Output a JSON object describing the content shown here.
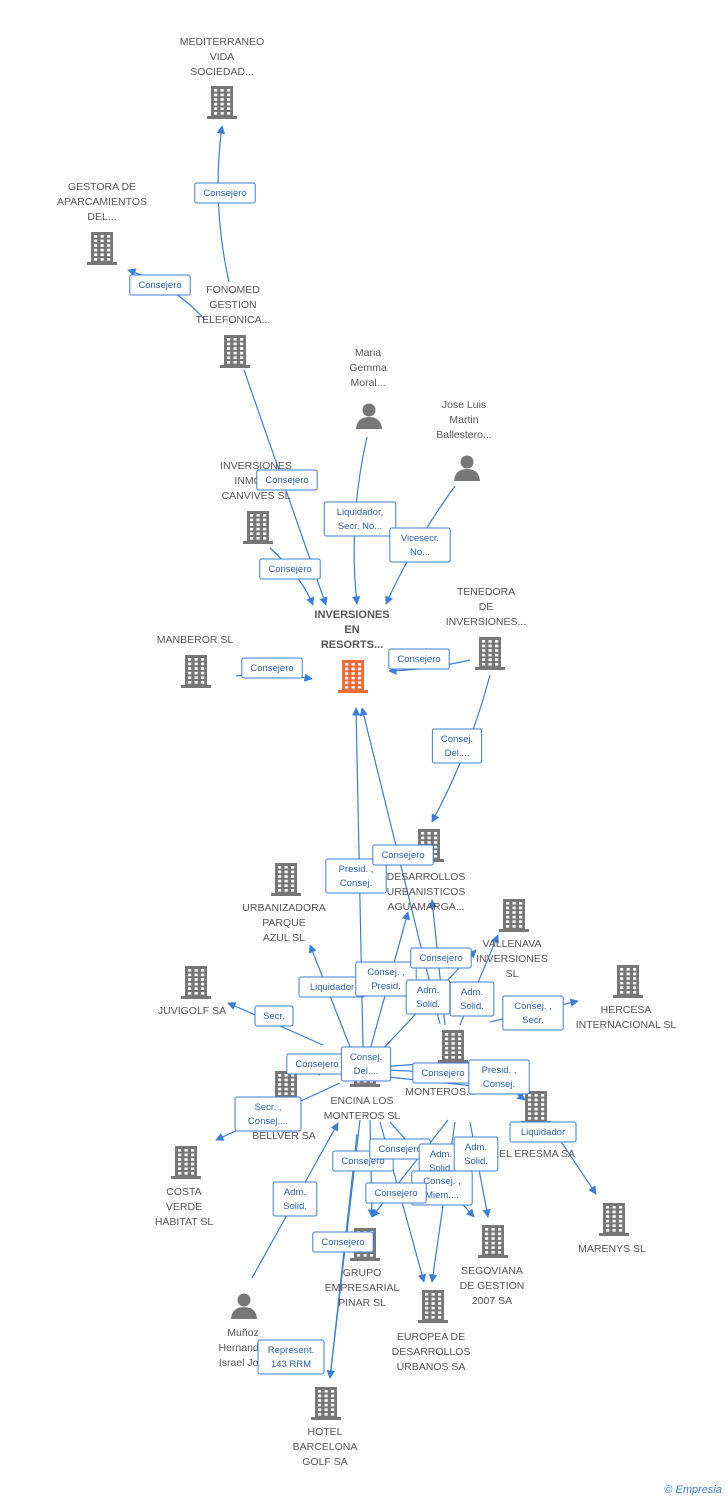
{
  "colors": {
    "edge": "#3a7fd5",
    "building": "#777777",
    "center": "#f26a3a",
    "person": "#777777"
  },
  "nodes": [
    {
      "id": "mediterraneo",
      "type": "building",
      "lines": [
        "MEDITERRANEO",
        "VIDA",
        "SOCIEDAD..."
      ]
    },
    {
      "id": "gestora",
      "type": "building",
      "lines": [
        "GESTORA DE",
        "APARCAMIENTOS",
        "DEL..."
      ]
    },
    {
      "id": "fonomed",
      "type": "building",
      "lines": [
        "FONOMED",
        "GESTION",
        "TELEFONICA..."
      ]
    },
    {
      "id": "maria",
      "type": "person",
      "lines": [
        "Maria",
        "Gemma",
        "Moral..."
      ]
    },
    {
      "id": "jose",
      "type": "person",
      "lines": [
        "Jose Luis",
        "Martin",
        "Ballestero..."
      ]
    },
    {
      "id": "canvives",
      "type": "building",
      "lines": [
        "INVERSIONES",
        "INMOB...",
        "CANVIVES SL"
      ]
    },
    {
      "id": "center",
      "type": "center",
      "lines": [
        "INVERSIONES",
        "EN",
        "RESORTS..."
      ]
    },
    {
      "id": "tenedora",
      "type": "building",
      "lines": [
        "TENEDORA",
        "DE",
        "INVERSIONES..."
      ]
    },
    {
      "id": "manberor",
      "type": "building",
      "lines": [
        "MANBEROR SL"
      ]
    },
    {
      "id": "desarrollos",
      "type": "building",
      "lines": [
        "DESARROLLOS",
        "URBANISTICOS",
        "AGUAMARGA..."
      ]
    },
    {
      "id": "urbanizadora",
      "type": "building",
      "lines": [
        "URBANIZADORA",
        "PARQUE",
        "AZUL SL"
      ]
    },
    {
      "id": "vallenava",
      "type": "building",
      "lines": [
        "VALLENAVA",
        "INVERSIONES",
        "SL"
      ]
    },
    {
      "id": "juvigolf",
      "type": "building",
      "lines": [
        "JUVIGOLF SA"
      ]
    },
    {
      "id": "hercesa",
      "type": "building",
      "lines": [
        "HERCESA",
        "INTERNACIONAL SL"
      ]
    },
    {
      "id": "montemp",
      "type": "building",
      "lines": [
        "MONTEROS..."
      ]
    },
    {
      "id": "encina",
      "type": "building",
      "lines": [
        "ENCINA LOS",
        "MONTEROS SL"
      ]
    },
    {
      "id": "bellver",
      "type": "building",
      "lines": [
        "BELLVER SA"
      ]
    },
    {
      "id": "eresma",
      "type": "building",
      "lines": [
        "EL ERESMA SA"
      ]
    },
    {
      "id": "costa",
      "type": "building",
      "lines": [
        "COSTA",
        "VERDE",
        "HABITAT SL"
      ]
    },
    {
      "id": "marenys",
      "type": "building",
      "lines": [
        "MARENYS SL"
      ]
    },
    {
      "id": "grupo",
      "type": "building",
      "lines": [
        "GRUPO",
        "EMPRESARIAL",
        "PINAR SL"
      ]
    },
    {
      "id": "segoviana",
      "type": "building",
      "lines": [
        "SEGOVIANA",
        "DE GESTION",
        "2007 SA"
      ]
    },
    {
      "id": "munoz",
      "type": "person",
      "lines": [
        "Muñoz",
        "Hernand...",
        "Israel Jo..."
      ]
    },
    {
      "id": "europea",
      "type": "building",
      "lines": [
        "EUROPEA DE",
        "DESARROLLOS",
        "URBANOS SA"
      ]
    },
    {
      "id": "hotel",
      "type": "building",
      "lines": [
        "HOTEL",
        "BARCELONA",
        "GOLF SA"
      ]
    }
  ],
  "edges": [
    {
      "from": "fonomed",
      "to": "mediterraneo",
      "label": [
        "Consejero"
      ]
    },
    {
      "from": "fonomed",
      "to": "gestora",
      "label": [
        "Consejero"
      ]
    },
    {
      "from": "fonomed",
      "to": "center",
      "label": [
        "Consejero"
      ]
    },
    {
      "from": "canvives",
      "to": "center",
      "label": [
        "Consejero"
      ]
    },
    {
      "from": "maria",
      "to": "center",
      "label": [
        "Liquidador,",
        "Secr. No..."
      ]
    },
    {
      "from": "jose",
      "to": "center",
      "label": [
        "Vicesecr.",
        "No..."
      ]
    },
    {
      "from": "manberor",
      "to": "center",
      "label": [
        "Consejero"
      ]
    },
    {
      "from": "tenedora",
      "to": "center",
      "label": [
        "Consejero"
      ]
    },
    {
      "from": "tenedora",
      "to": "desarrollos",
      "label": [
        "Consej.",
        "Del...."
      ]
    },
    {
      "from": "encina",
      "to": "center",
      "label": [
        "Presid. ,",
        "Consej."
      ]
    },
    {
      "from": "montemp",
      "to": "center",
      "label": [
        "Consejero"
      ]
    },
    {
      "from": "encina",
      "to": "urbanizadora",
      "label": [
        "Liquidador"
      ]
    },
    {
      "from": "encina",
      "to": "desarrollos",
      "label": [
        "Consej. ,",
        "Presid."
      ]
    },
    {
      "from": "encina",
      "to": "vallenava",
      "label": [
        "Consejero"
      ]
    },
    {
      "from": "montemp",
      "to": "desarrollos",
      "label": [
        "Adm.",
        "Solid."
      ]
    },
    {
      "from": "montemp",
      "to": "vallenava",
      "label": [
        "Adm.",
        "Solid."
      ]
    },
    {
      "from": "encina",
      "to": "juvigolf",
      "label": [
        "Secr."
      ]
    },
    {
      "from": "montemp",
      "to": "hercesa",
      "label": [
        "Consej. ,",
        "Secr."
      ]
    },
    {
      "from": "montemp",
      "to": "bellver",
      "label": [
        "Consejero"
      ]
    },
    {
      "from": "encina",
      "to": "montemp",
      "label": [
        "Consej.",
        "Del...."
      ]
    },
    {
      "from": "encina",
      "to": "eresma",
      "label": [
        "Consejero"
      ]
    },
    {
      "from": "montemp",
      "to": "eresma",
      "label": [
        "Presid. ,",
        "Consej."
      ]
    },
    {
      "from": "eresma",
      "to": "marenys",
      "label": [
        "Liquidador"
      ]
    },
    {
      "from": "encina",
      "to": "costa",
      "label": [
        "Secr. ,",
        "Consej...."
      ]
    },
    {
      "from": "encina",
      "to": "grupo",
      "label": [
        "Consejero"
      ]
    },
    {
      "from": "montemp",
      "to": "grupo",
      "label": [
        "Consejero"
      ]
    },
    {
      "from": "encina",
      "to": "europea",
      "label": [
        "Adm.",
        "Solid."
      ]
    },
    {
      "from": "montemp",
      "to": "segoviana",
      "label": [
        "Adm.",
        "Solid."
      ]
    },
    {
      "from": "montemp",
      "to": "europea",
      "label": [
        "Consej. ,",
        "Miem...."
      ]
    },
    {
      "from": "encina",
      "to": "segoviana",
      "label": [
        "Consejero"
      ]
    },
    {
      "from": "munoz",
      "to": "encina",
      "label": [
        "Adm.",
        "Solid."
      ]
    },
    {
      "from": "encina",
      "to": "hotel",
      "label": [
        "Consejero"
      ]
    },
    {
      "from": "munoz",
      "to": "hotel",
      "label": [
        "Represent.",
        "143 RRM"
      ]
    }
  ],
  "footer": {
    "copyright": "©",
    "brand": "Empresia"
  }
}
